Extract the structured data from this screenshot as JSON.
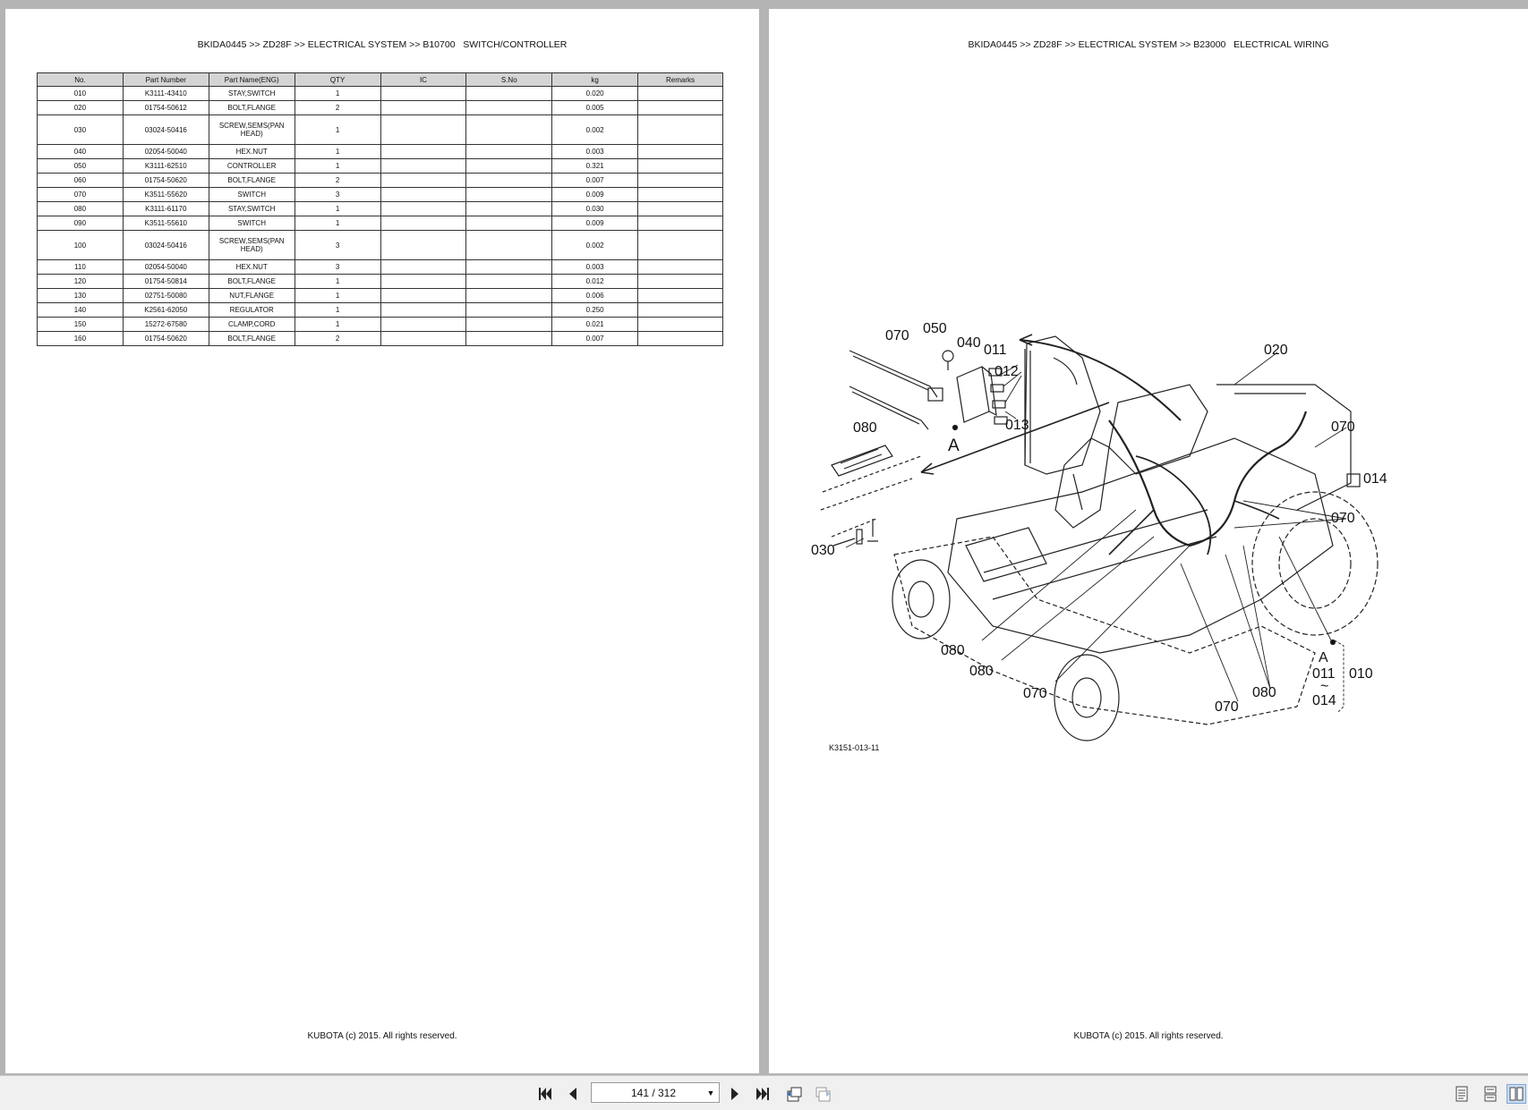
{
  "left_page": {
    "header": "BKIDA0445 >> ZD28F >> ELECTRICAL SYSTEM >> B10700   SWITCH/CONTROLLER",
    "footer": "KUBOTA (c) 2015. All rights reserved.",
    "table": {
      "columns": [
        "No.",
        "Part Number",
        "Part Name(ENG)",
        "QTY",
        "IC",
        "S.No",
        "kg",
        "Remarks"
      ],
      "rows": [
        {
          "no": "010",
          "part_number": "K3111-43410",
          "name": "STAY,SWITCH",
          "qty": "1",
          "ic": "",
          "sno": "",
          "kg": "0.020",
          "remarks": ""
        },
        {
          "no": "020",
          "part_number": "01754-50612",
          "name": "BOLT,FLANGE",
          "qty": "2",
          "ic": "",
          "sno": "",
          "kg": "0.005",
          "remarks": ""
        },
        {
          "no": "030",
          "part_number": "03024-50416",
          "name": "SCREW,SEMS(PAN HEAD)",
          "qty": "1",
          "ic": "",
          "sno": "",
          "kg": "0.002",
          "remarks": ""
        },
        {
          "no": "040",
          "part_number": "02054-50040",
          "name": "HEX.NUT",
          "qty": "1",
          "ic": "",
          "sno": "",
          "kg": "0.003",
          "remarks": ""
        },
        {
          "no": "050",
          "part_number": "K3111-62510",
          "name": "CONTROLLER",
          "qty": "1",
          "ic": "",
          "sno": "",
          "kg": "0.321",
          "remarks": ""
        },
        {
          "no": "060",
          "part_number": "01754-50620",
          "name": "BOLT,FLANGE",
          "qty": "2",
          "ic": "",
          "sno": "",
          "kg": "0.007",
          "remarks": ""
        },
        {
          "no": "070",
          "part_number": "K3511-55620",
          "name": "SWITCH",
          "qty": "3",
          "ic": "",
          "sno": "",
          "kg": "0.009",
          "remarks": ""
        },
        {
          "no": "080",
          "part_number": "K3111-61170",
          "name": "STAY,SWITCH",
          "qty": "1",
          "ic": "",
          "sno": "",
          "kg": "0.030",
          "remarks": ""
        },
        {
          "no": "090",
          "part_number": "K3511-55610",
          "name": "SWITCH",
          "qty": "1",
          "ic": "",
          "sno": "",
          "kg": "0.009",
          "remarks": ""
        },
        {
          "no": "100",
          "part_number": "03024-50416",
          "name": "SCREW,SEMS(PAN HEAD)",
          "qty": "3",
          "ic": "",
          "sno": "",
          "kg": "0.002",
          "remarks": ""
        },
        {
          "no": "110",
          "part_number": "02054-50040",
          "name": "HEX.NUT",
          "qty": "3",
          "ic": "",
          "sno": "",
          "kg": "0.003",
          "remarks": ""
        },
        {
          "no": "120",
          "part_number": "01754-50814",
          "name": "BOLT,FLANGE",
          "qty": "1",
          "ic": "",
          "sno": "",
          "kg": "0.012",
          "remarks": ""
        },
        {
          "no": "130",
          "part_number": "02751-50080",
          "name": "NUT,FLANGE",
          "qty": "1",
          "ic": "",
          "sno": "",
          "kg": "0.006",
          "remarks": ""
        },
        {
          "no": "140",
          "part_number": "K2561-62050",
          "name": "REGULATOR",
          "qty": "1",
          "ic": "",
          "sno": "",
          "kg": "0.250",
          "remarks": ""
        },
        {
          "no": "150",
          "part_number": "15272-67580",
          "name": "CLAMP,CORD",
          "qty": "1",
          "ic": "",
          "sno": "",
          "kg": "0.021",
          "remarks": ""
        },
        {
          "no": "160",
          "part_number": "01754-50620",
          "name": "BOLT,FLANGE",
          "qty": "2",
          "ic": "",
          "sno": "",
          "kg": "0.007",
          "remarks": ""
        }
      ]
    }
  },
  "right_page": {
    "header": "BKIDA0445 >> ZD28F >> ELECTRICAL SYSTEM >> B23000   ELECTRICAL WIRING",
    "footer": "KUBOTA (c) 2015. All rights reserved.",
    "figure_code": "K3151-013-11",
    "callouts": {
      "c070a": "070",
      "c050": "050",
      "c040": "040",
      "c011": "011",
      "c012": "012",
      "c013": "013",
      "c020": "020",
      "c080a": "080",
      "cA1": "A",
      "c070b": "070",
      "c014": "014",
      "c070c": "070",
      "c030": "030",
      "c080b": "080",
      "c080c": "080",
      "c070d": "070",
      "c070e": "070",
      "c080d": "080",
      "cA2": "A",
      "c011b": "011",
      "c010": "010",
      "ctilde": "~",
      "c014b": "014"
    }
  },
  "toolbar": {
    "page_indicator": "141 / 312",
    "icons": [
      "first-page-icon",
      "previous-page-icon",
      "next-page-icon",
      "last-page-icon",
      "back-view-icon",
      "forward-view-icon",
      "single-page-view-icon",
      "continuous-view-icon",
      "two-page-view-icon"
    ]
  }
}
